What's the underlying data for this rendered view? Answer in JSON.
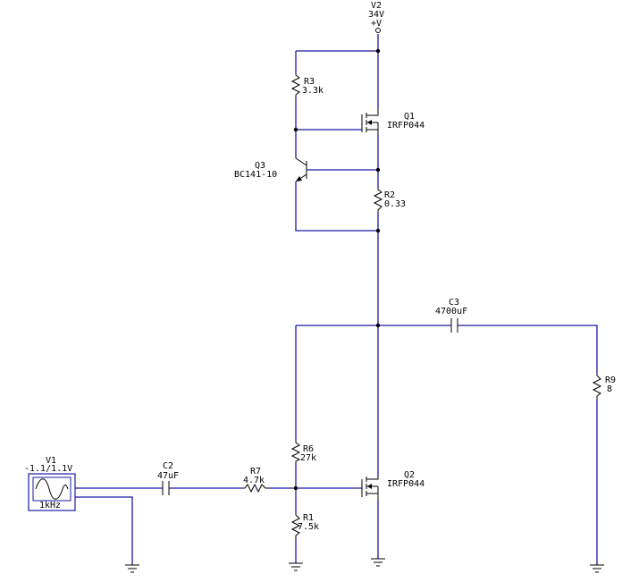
{
  "components": {
    "v2": {
      "ref": "V2",
      "value": "34V",
      "label": "+V"
    },
    "q1": {
      "ref": "Q1",
      "part": "IRFP044"
    },
    "r3": {
      "ref": "R3",
      "value": "3.3k"
    },
    "q3": {
      "ref": "Q3",
      "part": "BC141-10"
    },
    "r2": {
      "ref": "R2",
      "value": "0.33"
    },
    "c3": {
      "ref": "C3",
      "value": "4700uF"
    },
    "r9": {
      "ref": "R9",
      "value": "8"
    },
    "r6": {
      "ref": "R6",
      "value": "27k"
    },
    "q2": {
      "ref": "Q2",
      "part": "IRFP044"
    },
    "v1": {
      "ref": "V1",
      "value": "-1.1/1.1V",
      "freq": "1kHz"
    },
    "c2": {
      "ref": "C2",
      "value": "47uF"
    },
    "r7": {
      "ref": "R7",
      "value": "4.7k"
    },
    "r1": {
      "ref": "R1",
      "value": "7.5k"
    }
  },
  "colors": {
    "wire": "#1a1aa8",
    "component": "#000000",
    "background": "#ffffff"
  }
}
